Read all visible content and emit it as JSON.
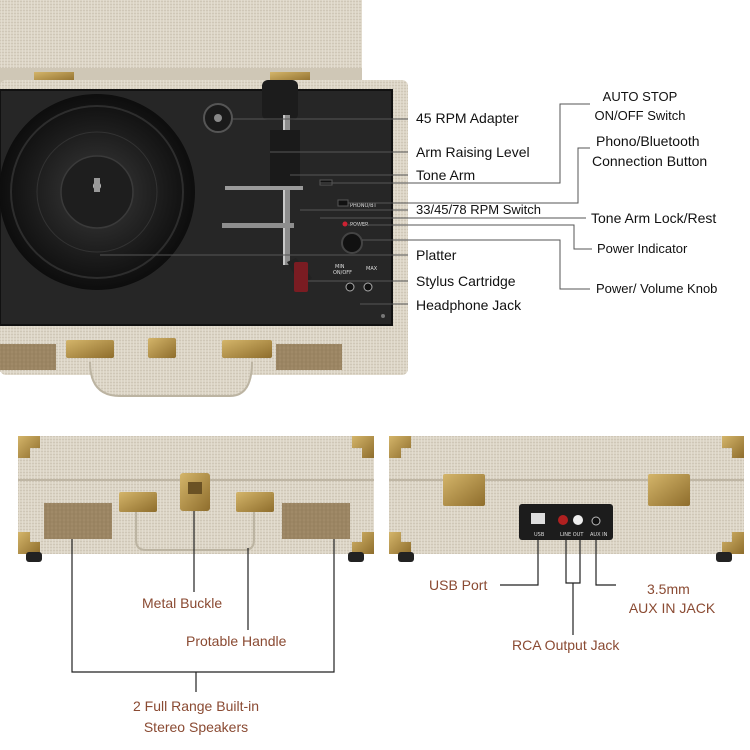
{
  "top_labels": {
    "adapter": "45 RPM Adapter",
    "arm_raising": "Arm Raising Level",
    "tone_arm": "Tone Arm",
    "rpm_switch": "33/45/78 RPM Switch",
    "platter": "Platter",
    "stylus": "Stylus Cartridge",
    "headphone": "Headphone Jack",
    "auto_stop_1": "AUTO STOP",
    "auto_stop_2": "ON/OFF Switch",
    "phono_bt_1": "Phono/Bluetooth",
    "phono_bt_2": "Connection Button",
    "tone_lock": "Tone Arm Lock/Rest",
    "power_indicator": "Power Indicator",
    "power_volume": "Power/ Volume Knob"
  },
  "front_labels": {
    "buckle": "Metal Buckle",
    "handle": "Protable Handle",
    "speakers_1": "2 Full Range Built-in",
    "speakers_2": "Stereo Speakers"
  },
  "back_labels": {
    "usb": "USB Port",
    "aux_1": "3.5mm",
    "aux_2": "AUX IN JACK",
    "rca": "RCA Output Jack"
  },
  "panel_text": {
    "phono": "PHONO/BT",
    "power": "POWER",
    "min": "MIN",
    "on_off": "ON/OFF",
    "max": "MAX",
    "usb": "USB",
    "line_out": "LINE OUT",
    "aux_in": "AUX IN"
  },
  "colors": {
    "linen": "#d9d2c4",
    "deck": "#262626",
    "brass": "#b4944e",
    "brown_label": "#8a4a32"
  }
}
